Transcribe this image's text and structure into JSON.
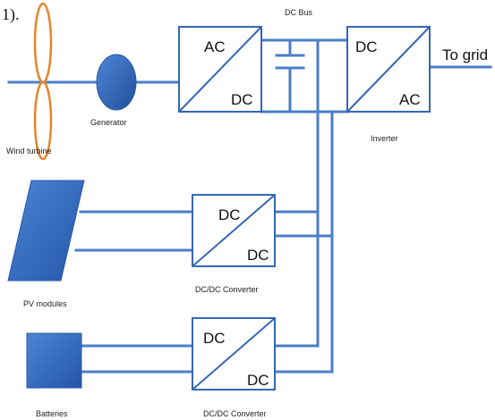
{
  "corner_text": "1).",
  "dc_bus_label": "DC Bus",
  "to_grid_label": "To grid",
  "wind_turbine_label": "Wind turbine",
  "generator_label": "Generator",
  "inverter_label": "Inverter",
  "pv_label": "PV modules",
  "batteries_label": "Batteries",
  "rectifier": {
    "top": "AC",
    "bottom": "DC"
  },
  "inverter": {
    "top": "DC",
    "bottom": "AC"
  },
  "pv_converter": {
    "top": "DC",
    "bottom": "DC",
    "label": "DC/DC Converter"
  },
  "battery_converter": {
    "top": "DC",
    "bottom": "DC",
    "label": "DC/DC Converter"
  },
  "colors": {
    "wire": "#4a7ec8",
    "box_border": "#3567b5",
    "turbine_blade": "#e8852a",
    "component_fill": "#2e64b8"
  }
}
